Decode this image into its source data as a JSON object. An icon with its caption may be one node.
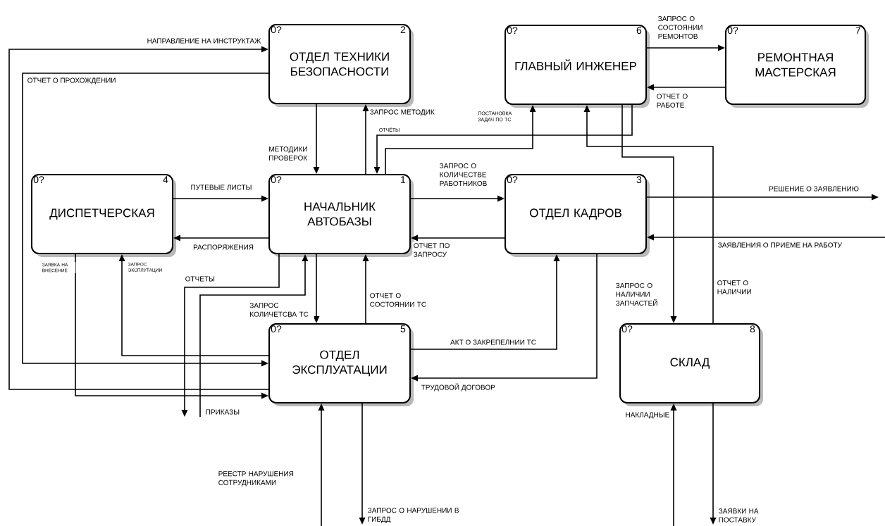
{
  "diagram": {
    "nodes": [
      {
        "text": [
          "0?",
          "2",
          "ОТДЕЛ ТЕХНИКИ БЕЗОПАСНОСТИ"
        ]
      },
      {
        "text": [
          "0?",
          "6",
          "ГЛАВНЫЙ ИНЖЕНЕР"
        ]
      },
      {
        "text": [
          "0?",
          "7",
          "РЕМОНТНАЯ МАСТЕРСКАЯ"
        ]
      },
      {
        "text": [
          "0?",
          "4",
          "ДИСПЕТЧЕРСКАЯ"
        ]
      },
      {
        "text": [
          "0?",
          "1",
          "НАЧАЛЬНИК АВТОБАЗЫ"
        ]
      },
      {
        "text": [
          "0?",
          "3",
          "ОТДЕЛ КАДРОВ"
        ]
      },
      {
        "text": [
          "0?",
          "5",
          "ОТДЕЛ ЭКСПЛУАТАЦИИ"
        ]
      },
      {
        "text": [
          "0?",
          "8",
          "СКЛАД"
        ]
      }
    ],
    "edges": [
      {
        "from": 6,
        "to": 0,
        "arrow": "to",
        "label": "НАПРАВЛЕНИЕ НА ИНСТРУКТАЖ"
      },
      {
        "from": 0,
        "to": 6,
        "arrow": "to",
        "label": "ОТЧЕТ О ПРОХОЖДЕНИИ"
      },
      {
        "from": 0,
        "to": 4,
        "arrow": "to",
        "label": "МЕТОДИКИ ПРОВЕРОК"
      },
      {
        "from": 4,
        "to": 0,
        "arrow": "to",
        "label": "ЗАПРОС МЕТОДИК"
      },
      {
        "from": 3,
        "to": 4,
        "arrow": "to",
        "label": "ПУТЕВЫЕ ЛИСТЫ"
      },
      {
        "from": 4,
        "to": 3,
        "arrow": "to",
        "label": "РАСПОРЯЖЕНИЯ"
      },
      {
        "from": 3,
        "to": 6,
        "arrow": "to",
        "label": "ЗАЯВКА НА ВНЕСЕНИЕ"
      },
      {
        "from": 6,
        "to": 3,
        "arrow": "to",
        "label": "ЗАПРОС ЭКСПЛУТАЦИИ"
      },
      {
        "from": 4,
        "to": null,
        "arrow": "to",
        "label": "ОТЧЕТЫ"
      },
      {
        "from": null,
        "to": 4,
        "arrow": "to",
        "label": "ПРИКАЗЫ"
      },
      {
        "from": 4,
        "to": 6,
        "arrow": "to",
        "label": "ЗАПРОС КОЛИЧЕТСВА ТС"
      },
      {
        "from": 6,
        "to": 4,
        "arrow": "to",
        "label": "ОТЧЕТ О СОСТОЯНИИ ТС"
      },
      {
        "from": 4,
        "to": 5,
        "arrow": "to",
        "label": "ЗАПРОС О КОЛИЧЕСТВЕ РАБОТНИКОВ"
      },
      {
        "from": 5,
        "to": 4,
        "arrow": "to",
        "label": "ОТЧЕТ ПО ЗАПРОСУ"
      },
      {
        "from": 6,
        "to": 5,
        "arrow": "to",
        "label": "АКТ О ЗАКРЕПЕЛНИИ ТС"
      },
      {
        "from": 5,
        "to": 6,
        "arrow": "to",
        "label": "ТРУДОВОЙ ДОГОВОР"
      },
      {
        "from": 5,
        "to": null,
        "arrow": "to",
        "label": "РЕШЕНИЕ О ЗАЯВЛЕНИЮ"
      },
      {
        "from": null,
        "to": 5,
        "arrow": "to",
        "label": "ЗАЯВЛЕНИЯ О ПРИЕМЕ НА РАБОТУ"
      },
      {
        "from": 1,
        "to": 2,
        "arrow": "to",
        "label": "ЗАПРОС О СОСТОЯНИИ РЕМОНТОВ"
      },
      {
        "from": 2,
        "to": 1,
        "arrow": "to",
        "label": "ОТЧЕТ О РАБОТЕ"
      },
      {
        "from": 1,
        "to": 4,
        "arrow": "to",
        "label": "ОТЧЁТЫ"
      },
      {
        "from": 4,
        "to": 1,
        "arrow": "to",
        "label": "ПОСТАНОВКА ЗАДАЧ ПО ТС"
      },
      {
        "from": 1,
        "to": 7,
        "arrow": "to",
        "label": "ЗАПРОС О НАЛИЧИИ ЗАПЧАСТЕЙ"
      },
      {
        "from": 7,
        "to": 1,
        "arrow": "to",
        "label": "ОТЧЕТ О НАЛИЧИИ"
      },
      {
        "from": null,
        "to": 6,
        "arrow": "to",
        "label": "РЕЕСТР НАРУШЕНИЯ СОТРУДНИКАМИ"
      },
      {
        "from": 6,
        "to": null,
        "arrow": "to",
        "label": "ЗАПРОС О НАРУШЕНИИ В ГИБДД"
      },
      {
        "from": null,
        "to": 7,
        "arrow": "to",
        "label": "НАКЛАДНЫЕ"
      },
      {
        "from": 7,
        "to": null,
        "arrow": "to",
        "label": "ЗАЯВКИ НА ПОСТАВКУ"
      }
    ]
  }
}
